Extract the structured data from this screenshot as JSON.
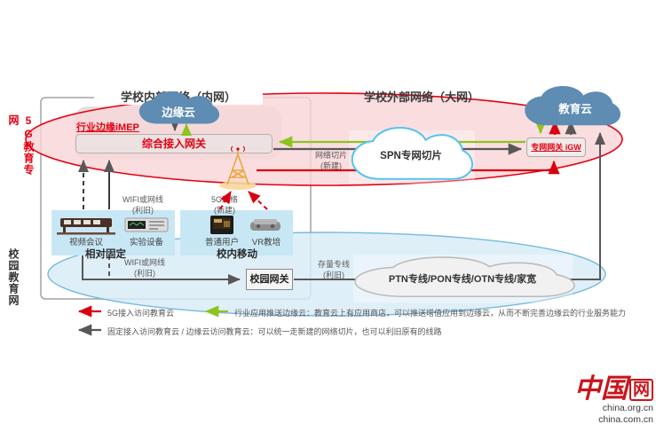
{
  "titles": {
    "internal": "学校内部网络（内网）",
    "external": "学校外部网络（大网）"
  },
  "side_labels": {
    "top": "5G教育专网",
    "bottom": "校园教育网"
  },
  "clouds": {
    "edge": "边缘云",
    "education": "教育云",
    "spn": "SPN专网切片",
    "ptn": "PTN专线/PON专线/OTN专线/家宽"
  },
  "nodes": {
    "imep_label": "行业边缘iMEP",
    "access_gateway": "综合接入网关",
    "private_gateway": "专网网关 iGW",
    "campus_gateway": "校园网关"
  },
  "device_groups": {
    "fixed": {
      "label": "相对固定",
      "device1": "视频会议",
      "device2": "实验设备"
    },
    "mobile": {
      "label": "校内移动",
      "device1": "普通用户",
      "device2": "VR教培"
    }
  },
  "link_labels": {
    "wifi_top": {
      "l1": "WIFI或网线",
      "l2": "(利旧)"
    },
    "fiveg": {
      "l1": "5G网络",
      "l2": "(新建)"
    },
    "wifi_bottom": {
      "l1": "WIFI或网线",
      "l2": "(利旧)"
    },
    "slice": {
      "l1": "网络切片",
      "l2": "(新建)"
    },
    "legacy": {
      "l1": "存量专线",
      "l2": "(利旧)"
    }
  },
  "legend": {
    "rows": [
      {
        "color": "#e60012",
        "text": "5G接入访问教育云"
      },
      {
        "color": "#8fc31f",
        "text": "行业应用推送边缘云：教育云上有应用商店，可以推送增值应用到边缘云，从而不断完善边缘云的行业服务能力"
      },
      {
        "color": "#595757",
        "text": "固定接入访问教育云 / 边缘云访问教育云：可以统一走新建的网络切片，也可以利旧原有的线路"
      }
    ]
  },
  "logo": {
    "brand": "中国",
    "net_char": "网",
    "domain1": "china.org.cn",
    "domain2": "china.com.cn"
  },
  "icons": {
    "edge-cloud-icon": "cloud shape",
    "education-cloud-icon": "cloud shape",
    "spn-cloud-icon": "cloud outline",
    "ptn-cloud-icon": "cloud outline",
    "base-station-icon": "5g-tower",
    "video-conference-icon": "conference table",
    "lab-equipment-icon": "instrument",
    "tablet-user-icon": "tablet",
    "vr-headset-icon": "vr headset"
  },
  "colors": {
    "accent_red": "#e60012",
    "accent_green": "#8fc31f",
    "accent_dark": "#595757",
    "cloud_blue": "#5e8cb3",
    "pink_fill": "#f8d6d8",
    "blue_fill": "#d9ecf7"
  }
}
